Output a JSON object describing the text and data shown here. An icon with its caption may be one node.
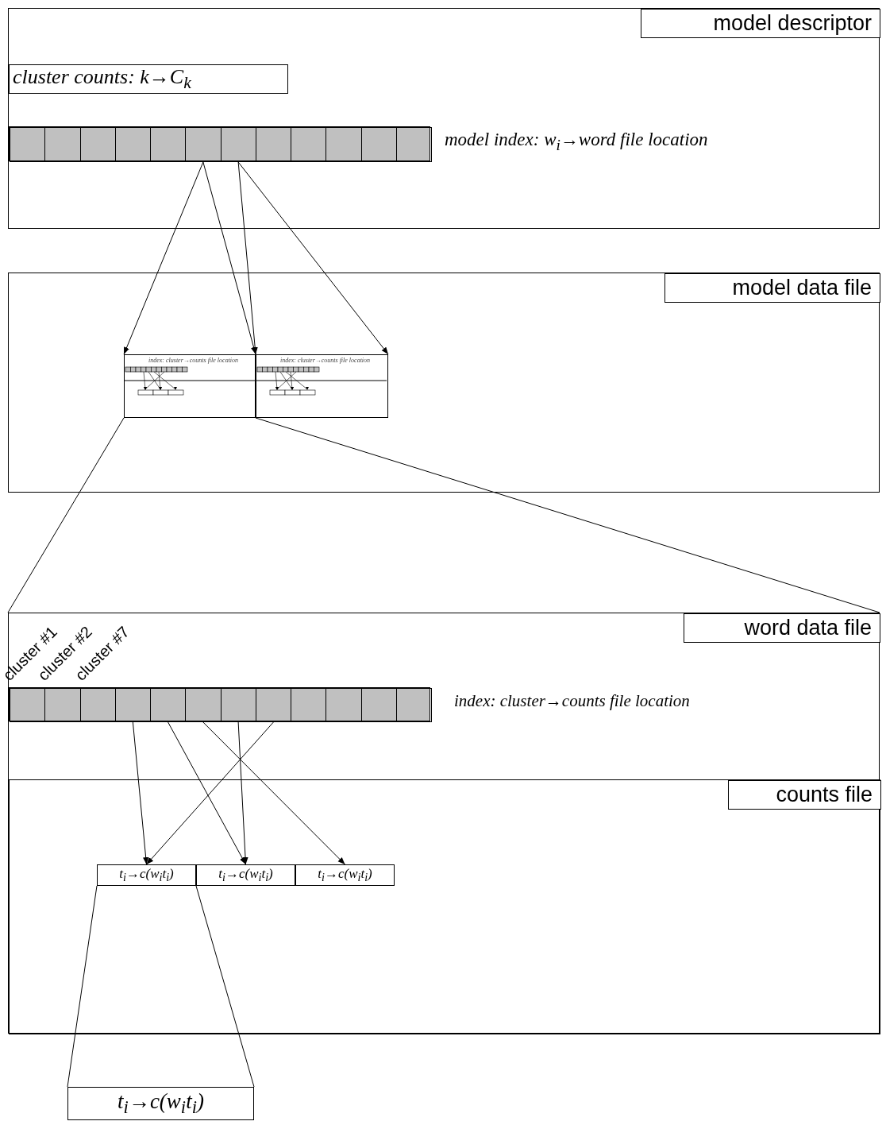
{
  "diagram": {
    "nodes": [
      {
        "text": [],
        "shape": "box"
      },
      {
        "text": [
          "cluster counts:  k→C$_{k}$"
        ],
        "in": 0
      },
      {
        "text": [],
        "shape": "bar",
        "in": 0,
        "beside": [
          "model index:  w$_{i}$→word  file location"
        ]
      },
      {
        "text": [],
        "shape": "box",
        "in": 2
      },
      {
        "text": [],
        "shape": "box",
        "in": 2
      },
      {
        "text": [],
        "shape": "box",
        "in": 2
      },
      {
        "text": [],
        "shape": "box",
        "in": 2
      },
      {
        "text": [],
        "shape": "box",
        "in": 2
      },
      {
        "text": [],
        "shape": "box",
        "in": 2
      },
      {
        "text": [],
        "shape": "box",
        "in": 2
      },
      {
        "text": [],
        "shape": "box",
        "in": 2
      },
      {
        "text": [],
        "shape": "box",
        "in": 2
      },
      {
        "text": [],
        "shape": "box",
        "in": 2
      },
      {
        "text": [],
        "shape": "box",
        "in": 2
      },
      {
        "text": [],
        "shape": "box",
        "in": 2
      },
      {
        "text": [],
        "shape": "box"
      },
      {
        "text": [],
        "shape": "box",
        "in": 15
      },
      {
        "text": [],
        "shape": "box",
        "in": 15
      },
      {
        "text": [],
        "shape": "box"
      },
      {
        "text": [],
        "shape": "bar",
        "in": 18,
        "beside": [
          "index:  cluster→counts  file location"
        ]
      },
      {
        "text": [],
        "shape": "box",
        "in": 19
      },
      {
        "text": [],
        "shape": "box",
        "in": 19
      },
      {
        "text": [],
        "shape": "box",
        "in": 19
      },
      {
        "text": [],
        "shape": "box",
        "in": 19
      },
      {
        "text": [],
        "shape": "box",
        "in": 19
      },
      {
        "text": [],
        "shape": "box",
        "in": 19
      },
      {
        "text": [],
        "shape": "box",
        "in": 19
      },
      {
        "text": [],
        "shape": "box",
        "in": 19
      },
      {
        "text": [],
        "shape": "box",
        "in": 19
      },
      {
        "text": [],
        "shape": "box",
        "in": 19
      },
      {
        "text": [],
        "shape": "box",
        "in": 19
      },
      {
        "text": [],
        "shape": "box",
        "in": 19
      },
      {
        "text": [],
        "shape": "box",
        "in": 18
      },
      {
        "text": [
          "t$_{i}$→c(w$_{i}$t$_{i}$)"
        ],
        "in": 32
      },
      {
        "text": [
          "t$_{i}$→c(w$_{i}$t$_{i}$)"
        ],
        "in": 32
      },
      {
        "text": [
          "t$_{i}$→c(w$_{i}$t$_{i}$)"
        ],
        "in": 32
      },
      {
        "text": [
          "t$_{i}$→c(w$_{i}$t$_{i}$)"
        ]
      },
      {
        "text": [
          "model descriptor"
        ],
        "in": 0
      },
      {
        "text": [
          "model data file"
        ],
        "in": 15
      },
      {
        "text": [
          "word data file"
        ],
        "in": 18
      },
      {
        "text": [
          "counts file"
        ],
        "in": 32
      }
    ],
    "edges": [
      {
        "from": 8,
        "to": 16,
        "arrow": "to"
      },
      {
        "from": 8,
        "to": 16,
        "arrow": "to"
      },
      {
        "from": 9,
        "to": 17,
        "arrow": "to"
      },
      {
        "from": 9,
        "to": 17,
        "arrow": "to"
      },
      {
        "from": 16,
        "to": 18,
        "arrow": "none"
      },
      {
        "from": 16,
        "to": 18,
        "arrow": "none"
      },
      {
        "from": 23,
        "to": 33,
        "arrow": "to"
      },
      {
        "from": 24,
        "to": 34,
        "arrow": "to"
      },
      {
        "from": 25,
        "to": 35,
        "arrow": "to"
      },
      {
        "from": 26,
        "to": 34,
        "arrow": "to"
      },
      {
        "from": 27,
        "to": 33,
        "arrow": "to"
      },
      {
        "from": 33,
        "to": 36,
        "arrow": "none"
      },
      {
        "from": 33,
        "to": 36,
        "arrow": "none"
      }
    ],
    "labels": [
      "index:  cluster→counts  file location",
      "index:  cluster→counts  file location",
      "cluster #1",
      "cluster #2",
      "cluster #7"
    ]
  }
}
